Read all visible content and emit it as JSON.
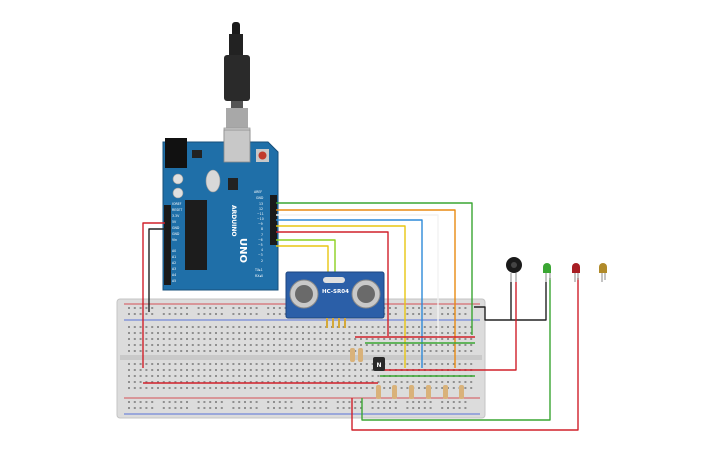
{
  "arduino": {
    "logo_text": "ARDUINO",
    "model_text": "UNO",
    "header_labels_digital": [
      "AREF",
      "GND",
      "13",
      "12",
      "~11",
      "~10",
      "~9",
      "8",
      "7",
      "~6",
      "~5",
      "4",
      "~3",
      "2",
      "TX▸1",
      "RX◂0"
    ],
    "header_labels_power": [
      "IOREF",
      "RESET",
      "3.3V",
      "5V",
      "GND",
      "GND",
      "Vin"
    ],
    "header_labels_analog": [
      "A0",
      "A1",
      "A2",
      "A3",
      "A4",
      "A5"
    ]
  },
  "sensor": {
    "label": "HC-SR04"
  },
  "transistor": {
    "label": "N"
  },
  "colors": {
    "board_blue": "#1f6fa8",
    "breadboard": "#dcdcdc",
    "wire_red": "#d0202a",
    "wire_black": "#222222",
    "wire_green": "#3aa632",
    "wire_orange": "#e88a12",
    "wire_yellow": "#e8c612",
    "wire_blue": "#2d8ad8",
    "wire_white": "#f2f2f2",
    "wire_lightgreen": "#8cd020"
  }
}
